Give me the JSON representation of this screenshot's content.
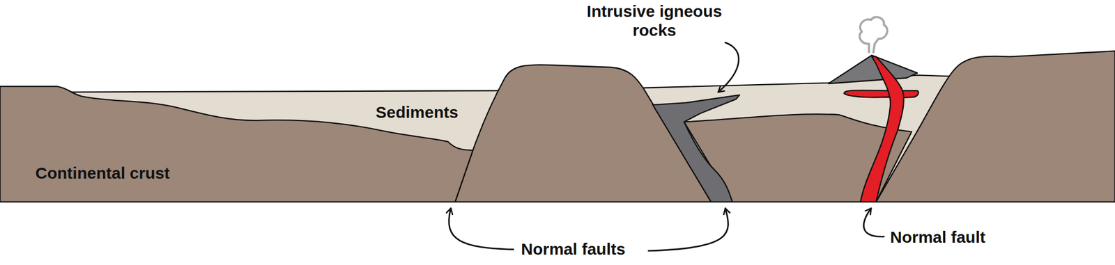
{
  "diagram": {
    "labels": [
      "Intrusive igneous rocks",
      "Sediments",
      "Continental crust",
      "Normal faults",
      "Normal fault"
    ]
  }
}
